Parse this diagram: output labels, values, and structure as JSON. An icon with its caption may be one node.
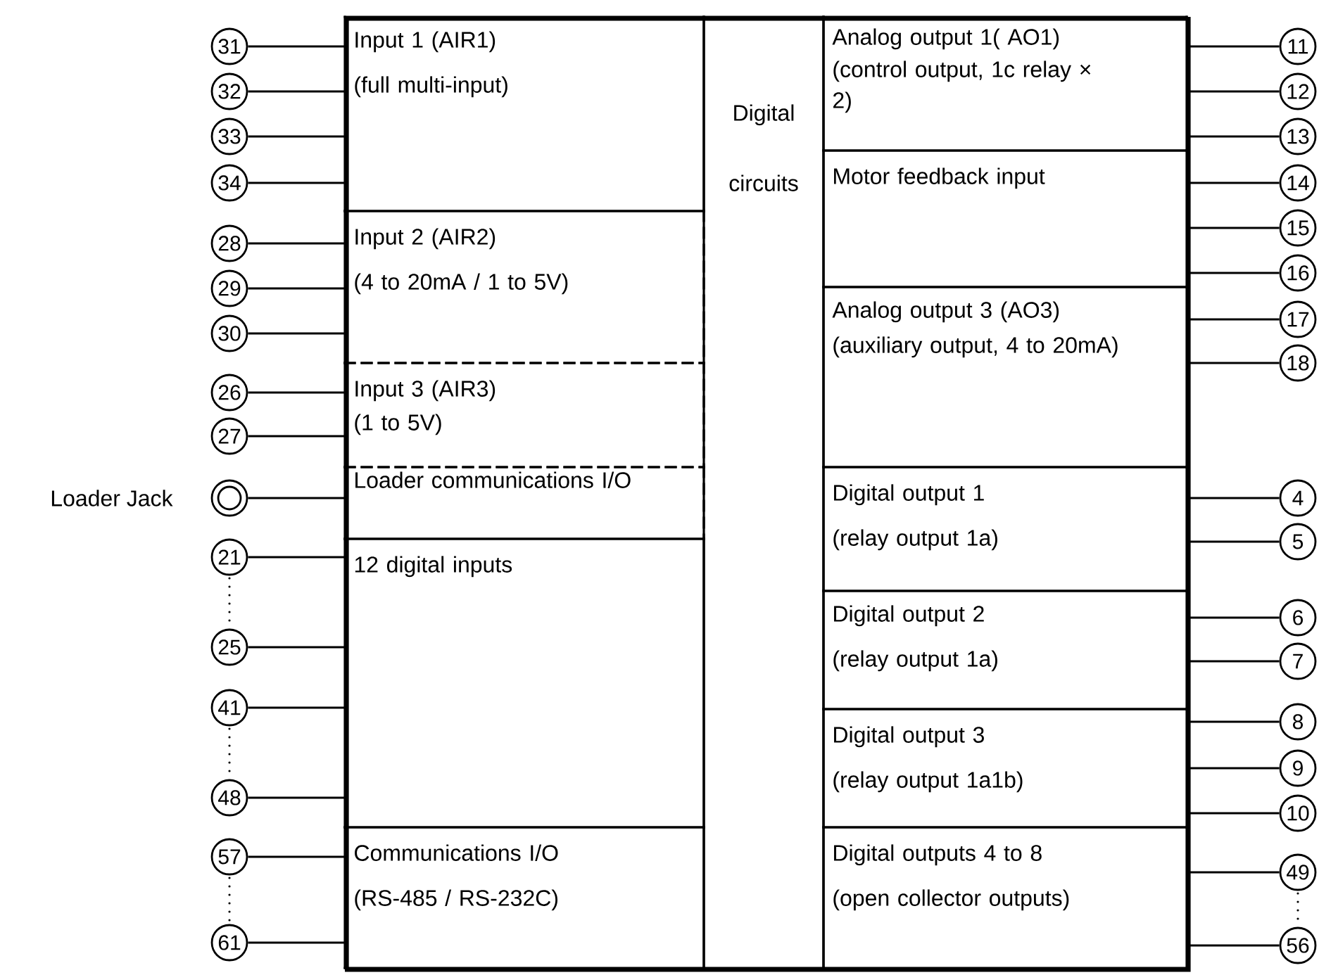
{
  "diagram": {
    "nodes": [
      {
        "text": [],
        "shape": "box"
      },
      {
        "text": [
          "Input 1 (AIR1)",
          "(full multi-input)"
        ],
        "in": 0
      },
      {
        "text": [
          "Input 2 (AIR2)",
          "(4 to 20mA / 1 to 5V)"
        ],
        "in": 0
      },
      {
        "text": [
          "Input 3 (AIR3)",
          "(1 to 5V)"
        ],
        "in": 0
      },
      {
        "text": [
          "Loader communications I/O"
        ],
        "in": 0
      },
      {
        "text": [
          "12 digital inputs"
        ],
        "in": 0
      },
      {
        "text": [
          "Communications I/O",
          "(RS-485 / RS-232C)"
        ],
        "in": 0
      },
      {
        "text": [
          "Digital circuits"
        ],
        "in": 0
      },
      {
        "text": [
          "Analog output 1( AO1)",
          "(control output, 1c relay × 2)"
        ],
        "in": 0
      },
      {
        "text": [
          "Motor feedback input"
        ],
        "in": 0
      },
      {
        "text": [
          "Analog output 3 (AO3)",
          "(auxiliary output, 4 to 20mA)"
        ],
        "in": 0
      },
      {
        "text": [
          "Digital output 1",
          "(relay output 1a)"
        ],
        "in": 0
      },
      {
        "text": [
          "Digital output 2",
          "(relay output 1a)"
        ],
        "in": 0
      },
      {
        "text": [
          "Digital output 3",
          "(relay output 1a1b)"
        ],
        "in": 0
      },
      {
        "text": [
          "Digital outputs 4 to 8",
          "(open collector outputs)"
        ],
        "in": 0
      },
      {
        "text": [
          "31"
        ]
      },
      {
        "text": [
          "32"
        ]
      },
      {
        "text": [
          "33"
        ]
      },
      {
        "text": [
          "34"
        ]
      },
      {
        "text": [
          "28"
        ]
      },
      {
        "text": [
          "29"
        ]
      },
      {
        "text": [
          "30"
        ]
      },
      {
        "text": [
          "26"
        ]
      },
      {
        "text": [
          "27"
        ]
      },
      {
        "text": [],
        "shape": "circle",
        "beside": [
          "Loader Jack"
        ]
      },
      {
        "text": [
          "21"
        ]
      },
      {
        "text": [
          "25"
        ]
      },
      {
        "text": [
          "41"
        ]
      },
      {
        "text": [
          "48"
        ]
      },
      {
        "text": [
          "57"
        ]
      },
      {
        "text": [
          "61"
        ]
      },
      {
        "text": [
          "11"
        ]
      },
      {
        "text": [
          "12"
        ]
      },
      {
        "text": [
          "13"
        ]
      },
      {
        "text": [
          "14"
        ]
      },
      {
        "text": [
          "15"
        ]
      },
      {
        "text": [
          "16"
        ]
      },
      {
        "text": [
          "17"
        ]
      },
      {
        "text": [
          "18"
        ]
      },
      {
        "text": [
          "4"
        ]
      },
      {
        "text": [
          "5"
        ]
      },
      {
        "text": [
          "6"
        ]
      },
      {
        "text": [
          "7"
        ]
      },
      {
        "text": [
          "8"
        ]
      },
      {
        "text": [
          "9"
        ]
      },
      {
        "text": [
          "10"
        ]
      },
      {
        "text": [
          "49"
        ]
      },
      {
        "text": [
          "56"
        ]
      }
    ],
    "edges": [
      {
        "from": 15,
        "to": 1,
        "arrow": "none"
      },
      {
        "from": 16,
        "to": 1,
        "arrow": "none"
      },
      {
        "from": 17,
        "to": 1,
        "arrow": "none"
      },
      {
        "from": 18,
        "to": 1,
        "arrow": "none"
      },
      {
        "from": 19,
        "to": 2,
        "arrow": "none"
      },
      {
        "from": 20,
        "to": 2,
        "arrow": "none"
      },
      {
        "from": 21,
        "to": 2,
        "arrow": "none"
      },
      {
        "from": 22,
        "to": 3,
        "arrow": "none"
      },
      {
        "from": 23,
        "to": 3,
        "arrow": "none"
      },
      {
        "from": 24,
        "to": 4,
        "arrow": "none"
      },
      {
        "from": 25,
        "to": 5,
        "arrow": "none"
      },
      {
        "from": 26,
        "to": 5,
        "arrow": "none"
      },
      {
        "from": 27,
        "to": 5,
        "arrow": "none"
      },
      {
        "from": 28,
        "to": 5,
        "arrow": "none"
      },
      {
        "from": 29,
        "to": 6,
        "arrow": "none"
      },
      {
        "from": 30,
        "to": 6,
        "arrow": "none"
      },
      {
        "from": 8,
        "to": 31,
        "arrow": "none"
      },
      {
        "from": 8,
        "to": 32,
        "arrow": "none"
      },
      {
        "from": 8,
        "to": 33,
        "arrow": "none"
      },
      {
        "from": 9,
        "to": 34,
        "arrow": "none"
      },
      {
        "from": 9,
        "to": 35,
        "arrow": "none"
      },
      {
        "from": 9,
        "to": 36,
        "arrow": "none"
      },
      {
        "from": 10,
        "to": 37,
        "arrow": "none"
      },
      {
        "from": 10,
        "to": 38,
        "arrow": "none"
      },
      {
        "from": 11,
        "to": 39,
        "arrow": "none"
      },
      {
        "from": 11,
        "to": 40,
        "arrow": "none"
      },
      {
        "from": 12,
        "to": 41,
        "arrow": "none"
      },
      {
        "from": 12,
        "to": 42,
        "arrow": "none"
      },
      {
        "from": 13,
        "to": 43,
        "arrow": "none"
      },
      {
        "from": 13,
        "to": 44,
        "arrow": "none"
      },
      {
        "from": 13,
        "to": 45,
        "arrow": "none"
      },
      {
        "from": 14,
        "to": 46,
        "arrow": "none"
      },
      {
        "from": 14,
        "to": 47,
        "arrow": "none"
      }
    ]
  }
}
